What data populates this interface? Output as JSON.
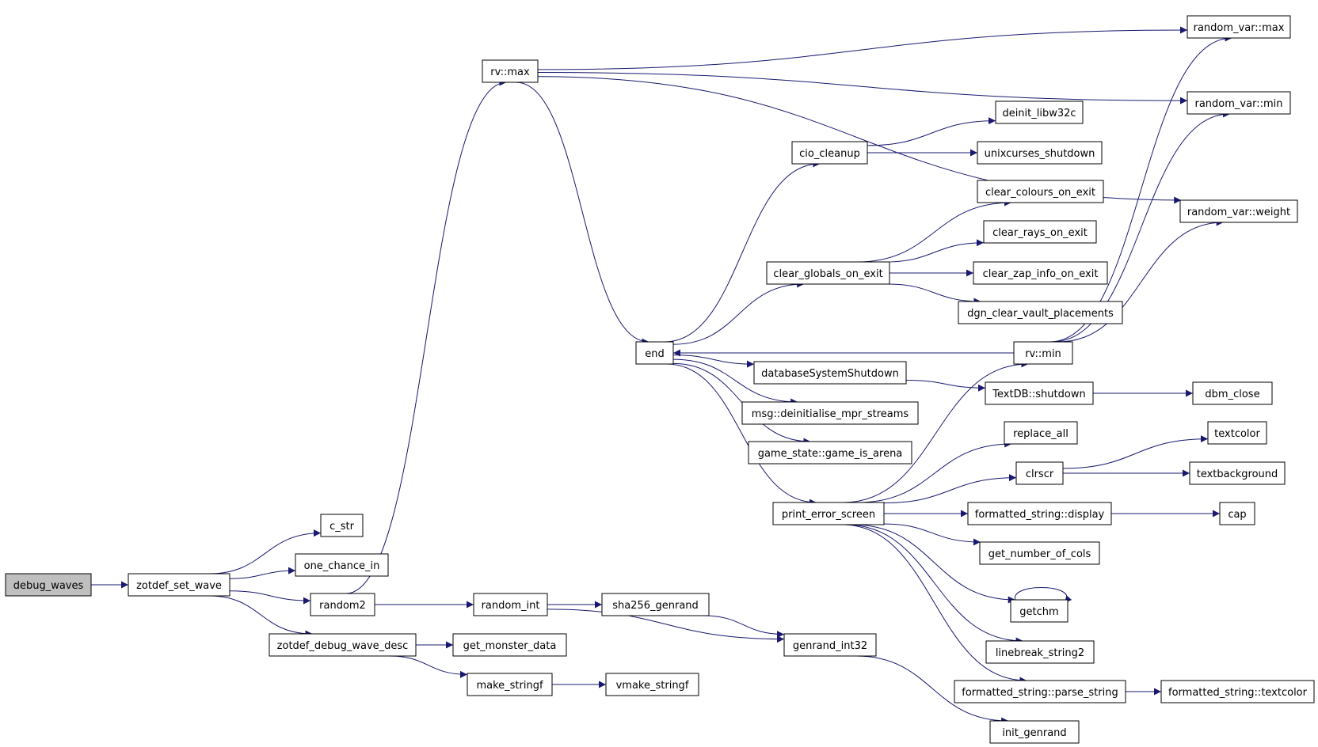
{
  "colors": {
    "edge": "#191970",
    "root_fill": "#bfbfbf",
    "node_fill": "#ffffff"
  },
  "nodes": [
    {
      "id": "debug_waves",
      "label": "debug_waves",
      "root": true
    },
    {
      "id": "zotdef_set_wave",
      "label": "zotdef_set_wave"
    },
    {
      "id": "c_str",
      "label": "c_str"
    },
    {
      "id": "one_chance_in",
      "label": "one_chance_in"
    },
    {
      "id": "random2",
      "label": "random2"
    },
    {
      "id": "zotdef_debug_wave_desc",
      "label": "zotdef_debug_wave_desc"
    },
    {
      "id": "rv_max",
      "label": "rv::max"
    },
    {
      "id": "random_int",
      "label": "random_int"
    },
    {
      "id": "get_monster_data",
      "label": "get_monster_data"
    },
    {
      "id": "make_stringf",
      "label": "make_stringf"
    },
    {
      "id": "sha256_genrand",
      "label": "sha256_genrand"
    },
    {
      "id": "vmake_stringf",
      "label": "vmake_stringf"
    },
    {
      "id": "genrand_int32",
      "label": "genrand_int32"
    },
    {
      "id": "end",
      "label": "end"
    },
    {
      "id": "cio_cleanup",
      "label": "cio_cleanup"
    },
    {
      "id": "clear_globals_on_exit",
      "label": "clear_globals_on_exit"
    },
    {
      "id": "databaseSystemShutdown",
      "label": "databaseSystemShutdown"
    },
    {
      "id": "msg_deinit",
      "label": "msg::deinitialise_mpr_streams"
    },
    {
      "id": "game_is_arena",
      "label": "game_state::game_is_arena"
    },
    {
      "id": "print_error_screen",
      "label": "print_error_screen"
    },
    {
      "id": "deinit_libw32c",
      "label": "deinit_libw32c"
    },
    {
      "id": "unixcurses_shutdown",
      "label": "unixcurses_shutdown"
    },
    {
      "id": "clear_colours_on_exit",
      "label": "clear_colours_on_exit"
    },
    {
      "id": "clear_rays_on_exit",
      "label": "clear_rays_on_exit"
    },
    {
      "id": "clear_zap_info_on_exit",
      "label": "clear_zap_info_on_exit"
    },
    {
      "id": "dgn_clear_vault_placements",
      "label": "dgn_clear_vault_placements"
    },
    {
      "id": "rv_min",
      "label": "rv::min"
    },
    {
      "id": "textdb_shutdown",
      "label": "TextDB::shutdown"
    },
    {
      "id": "replace_all",
      "label": "replace_all"
    },
    {
      "id": "clrscr",
      "label": "clrscr"
    },
    {
      "id": "fs_display",
      "label": "formatted_string::display"
    },
    {
      "id": "get_number_of_cols",
      "label": "get_number_of_cols"
    },
    {
      "id": "getchm",
      "label": "getchm"
    },
    {
      "id": "linebreak_string2",
      "label": "linebreak_string2"
    },
    {
      "id": "fs_parse_string",
      "label": "formatted_string::parse_string"
    },
    {
      "id": "init_genrand",
      "label": "init_genrand"
    },
    {
      "id": "random_var_max",
      "label": "random_var::max"
    },
    {
      "id": "random_var_min",
      "label": "random_var::min"
    },
    {
      "id": "random_var_weight",
      "label": "random_var::weight"
    },
    {
      "id": "dbm_close",
      "label": "dbm_close"
    },
    {
      "id": "textcolor",
      "label": "textcolor"
    },
    {
      "id": "textbackground",
      "label": "textbackground"
    },
    {
      "id": "cap",
      "label": "cap"
    },
    {
      "id": "fs_textcolor",
      "label": "formatted_string::textcolor"
    }
  ],
  "edges": [
    [
      "debug_waves",
      "zotdef_set_wave"
    ],
    [
      "zotdef_set_wave",
      "c_str"
    ],
    [
      "zotdef_set_wave",
      "one_chance_in"
    ],
    [
      "zotdef_set_wave",
      "random2"
    ],
    [
      "zotdef_set_wave",
      "zotdef_debug_wave_desc"
    ],
    [
      "random2",
      "rv_max"
    ],
    [
      "random2",
      "random_int"
    ],
    [
      "random_int",
      "sha256_genrand"
    ],
    [
      "random_int",
      "genrand_int32"
    ],
    [
      "sha256_genrand",
      "genrand_int32"
    ],
    [
      "zotdef_debug_wave_desc",
      "get_monster_data"
    ],
    [
      "zotdef_debug_wave_desc",
      "make_stringf"
    ],
    [
      "make_stringf",
      "vmake_stringf"
    ],
    [
      "genrand_int32",
      "init_genrand"
    ],
    [
      "rv_max",
      "random_var_max"
    ],
    [
      "rv_max",
      "random_var_min"
    ],
    [
      "rv_max",
      "random_var_weight"
    ],
    [
      "rv_max",
      "end"
    ],
    [
      "end",
      "cio_cleanup"
    ],
    [
      "end",
      "clear_globals_on_exit"
    ],
    [
      "end",
      "databaseSystemShutdown"
    ],
    [
      "end",
      "msg_deinit"
    ],
    [
      "end",
      "game_is_arena"
    ],
    [
      "end",
      "print_error_screen"
    ],
    [
      "cio_cleanup",
      "deinit_libw32c"
    ],
    [
      "cio_cleanup",
      "unixcurses_shutdown"
    ],
    [
      "clear_globals_on_exit",
      "clear_colours_on_exit"
    ],
    [
      "clear_globals_on_exit",
      "clear_rays_on_exit"
    ],
    [
      "clear_globals_on_exit",
      "clear_zap_info_on_exit"
    ],
    [
      "clear_globals_on_exit",
      "dgn_clear_vault_placements"
    ],
    [
      "rv_min",
      "end"
    ],
    [
      "rv_min",
      "random_var_max"
    ],
    [
      "rv_min",
      "random_var_min"
    ],
    [
      "rv_min",
      "random_var_weight"
    ],
    [
      "databaseSystemShutdown",
      "textdb_shutdown"
    ],
    [
      "textdb_shutdown",
      "dbm_close"
    ],
    [
      "print_error_screen",
      "rv_min"
    ],
    [
      "print_error_screen",
      "replace_all"
    ],
    [
      "print_error_screen",
      "clrscr"
    ],
    [
      "print_error_screen",
      "fs_display"
    ],
    [
      "print_error_screen",
      "get_number_of_cols"
    ],
    [
      "print_error_screen",
      "getchm"
    ],
    [
      "print_error_screen",
      "linebreak_string2"
    ],
    [
      "print_error_screen",
      "fs_parse_string"
    ],
    [
      "clrscr",
      "textcolor"
    ],
    [
      "clrscr",
      "textbackground"
    ],
    [
      "fs_display",
      "cap"
    ],
    [
      "fs_parse_string",
      "fs_textcolor"
    ],
    [
      "getchm",
      "getchm"
    ]
  ]
}
